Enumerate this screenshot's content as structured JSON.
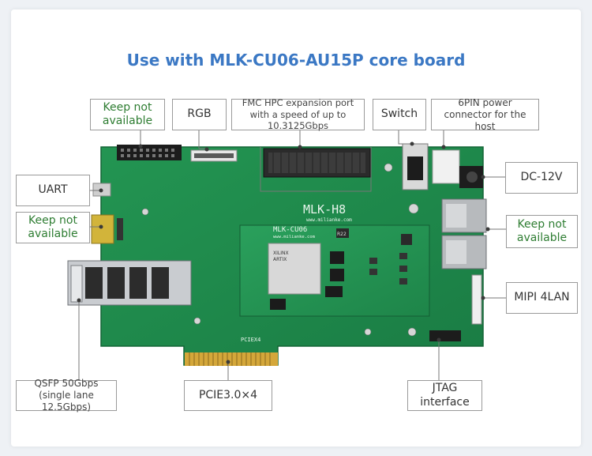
{
  "title": "Use with MLK-CU06-AU15P core board",
  "board": {
    "carrier_name": "MLK-H8",
    "carrier_url": "www.milianke.com",
    "core_name": "MLK-CU06",
    "core_url": "www.milianke.com",
    "chip_brand": "XILINX",
    "chip_family": "ARTIX",
    "bottom_text": "PCIEX4",
    "chip_label_r22": "R22"
  },
  "labels": {
    "keep_top": "Keep not available",
    "rgb": "RGB",
    "fmc": "FMC HPC expansion port with a speed of up to 10.3125Gbps",
    "switch": "Switch",
    "power6pin": "6PIN power connector for the host",
    "dc12v": "DC-12V",
    "uart": "UART",
    "keep_left": "Keep not available",
    "keep_right": "Keep not available",
    "mipi": "MIPI 4LAN",
    "qsfp": "QSFP 50Gbps (single lane 12.5Gbps)",
    "pcie": "PCIE3.0×4",
    "jtag": "JTAG interface"
  },
  "colors": {
    "title": "#3b78c4",
    "green_text": "#2e7d32",
    "pcb": "#1f8a4c",
    "border": "#9a9a9a"
  }
}
